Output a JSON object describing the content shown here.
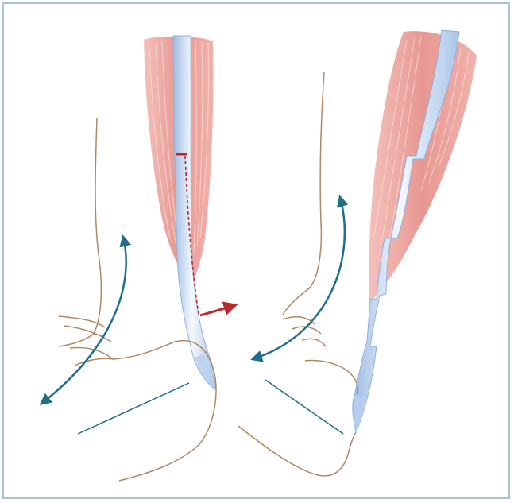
{
  "figure": {
    "panels": [
      {
        "id": "left",
        "content": "achilles-tendon-before-lengthening"
      },
      {
        "id": "right",
        "content": "achilles-tendon-after-z-lengthening"
      }
    ],
    "labels": []
  },
  "colors": {
    "frame": "#a9c4cf",
    "muscle": "#e99a94",
    "muscle_stripe": "#f6d3cf",
    "tendon_fill": "#dbe9f8",
    "tendon_edge": "#7fa7d6",
    "skin_outline": "#b08864",
    "motion_arrow": "#1f6e8c",
    "incision_marker": "#c0272d",
    "reference_line": "#1f6e8c"
  },
  "icons": [
    "incision-bracket",
    "lengthening-arrow",
    "curved-motion-arrow"
  ]
}
